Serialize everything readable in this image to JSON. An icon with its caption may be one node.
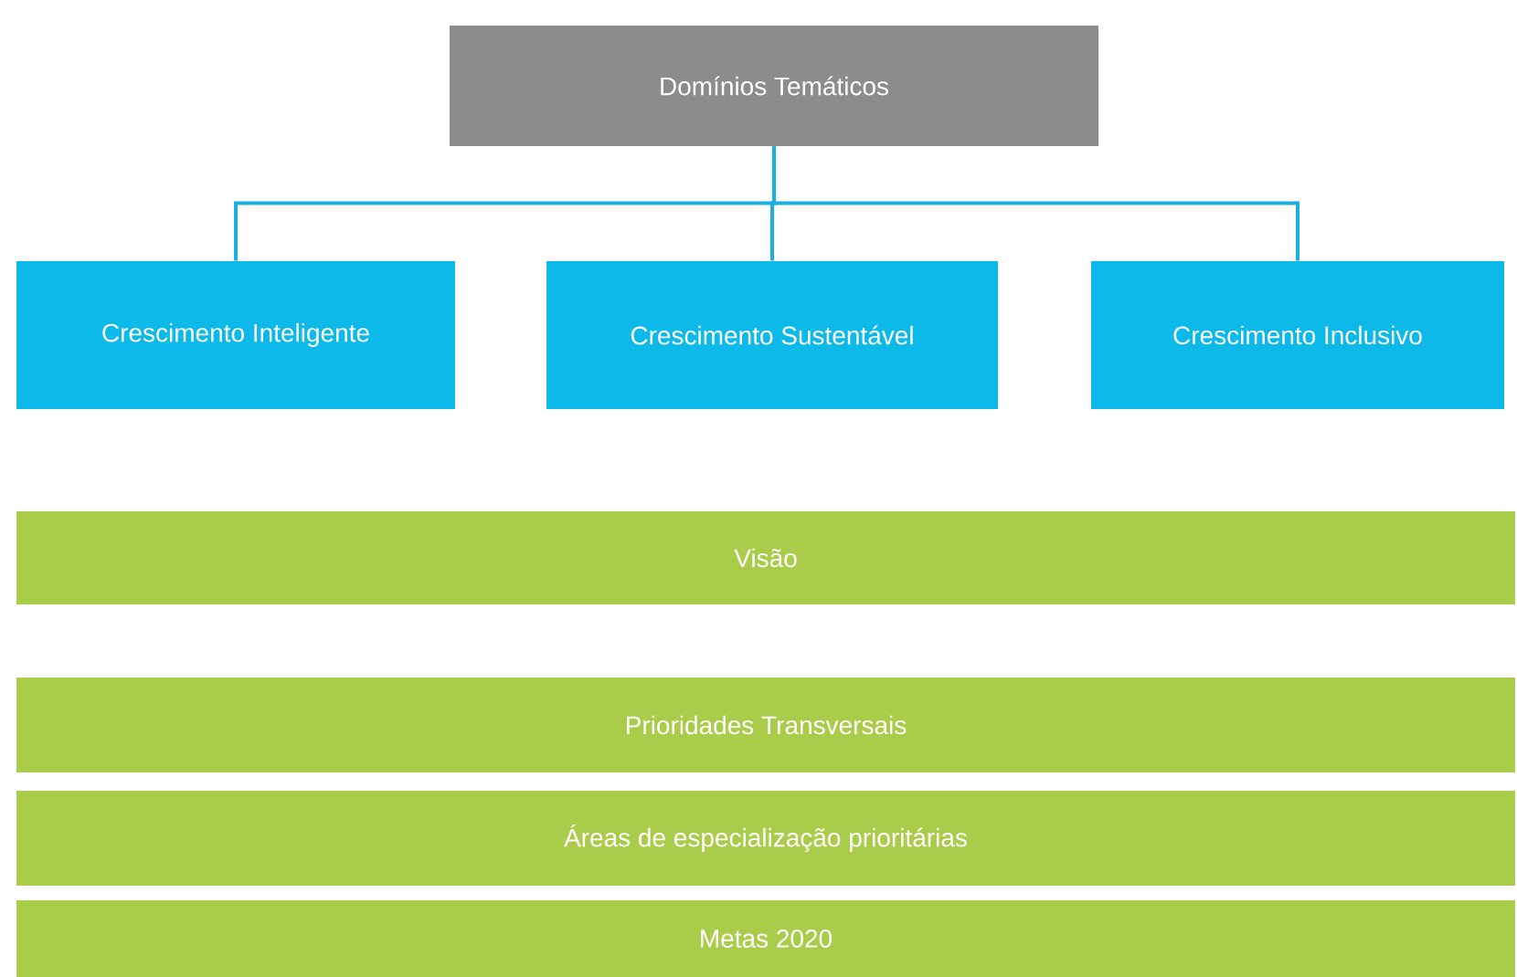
{
  "diagram": {
    "nodes": [
      {
        "text": [
          "Domínios Temáticos"
        ]
      },
      {
        "text": [
          "Crescimento Inteligente"
        ]
      },
      {
        "text": [
          "Crescimento Sustentável"
        ]
      },
      {
        "text": [
          "Crescimento Inclusivo"
        ]
      },
      {
        "text": [
          "Visão"
        ]
      },
      {
        "text": [
          "Prioridades Transversais"
        ]
      },
      {
        "text": [
          "Áreas de especialização prioritárias"
        ]
      },
      {
        "text": [
          "Metas 2020"
        ]
      }
    ],
    "edges": [
      {
        "from": 0,
        "to": 1,
        "arrow": "none"
      },
      {
        "from": 0,
        "to": 2,
        "arrow": "none"
      },
      {
        "from": 0,
        "to": 3,
        "arrow": "none"
      }
    ]
  }
}
